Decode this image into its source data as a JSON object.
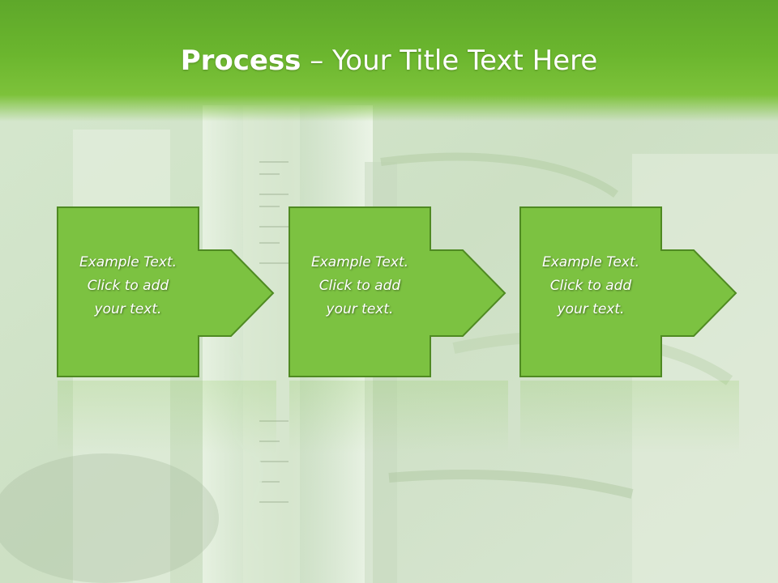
{
  "slide": {
    "title_bold": "Process",
    "title_rest": " – Your Title Text Here",
    "steps": [
      {
        "line1": "Example Text.",
        "line2": "Click  to add",
        "line3": "your text."
      },
      {
        "line1": "Example Text.",
        "line2": "Click  to add",
        "line3": "your text."
      },
      {
        "line1": "Example Text.",
        "line2": "Click  to add",
        "line3": "your text."
      }
    ]
  },
  "colors": {
    "title_bar": "#6bb62e",
    "step_fill": "#7cc241",
    "step_border": "#4f8a22",
    "text": "#ffffff"
  },
  "icons": [
    "arrow-right-icon"
  ]
}
